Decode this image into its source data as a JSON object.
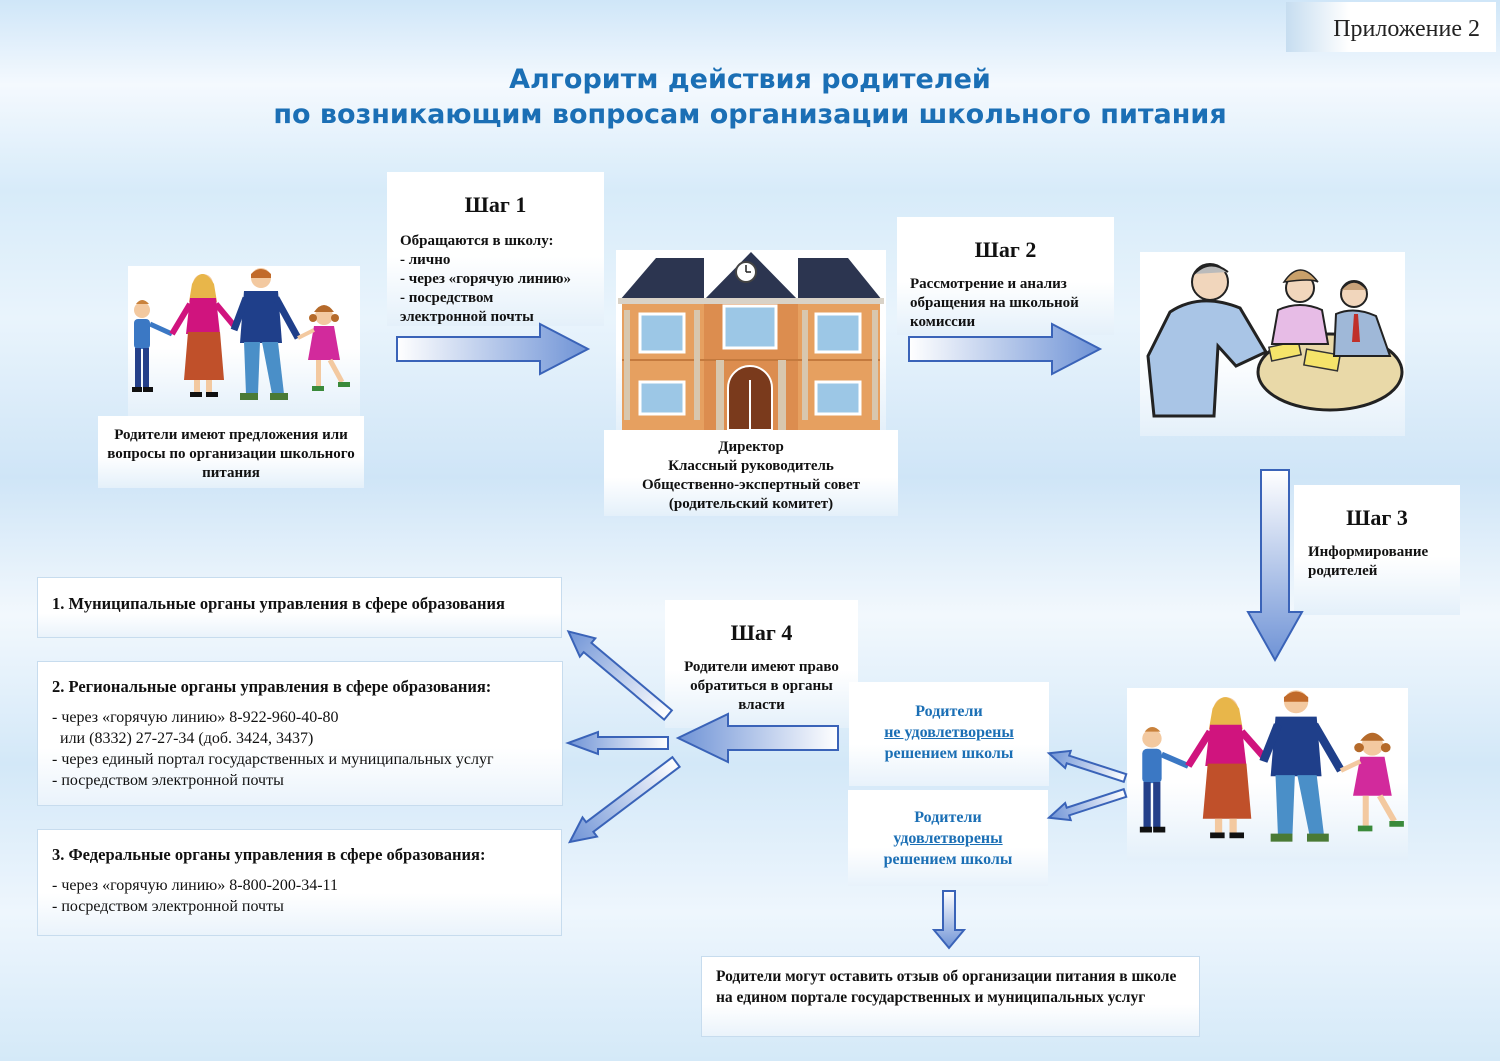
{
  "appendix": "Приложение 2",
  "title": {
    "line1": "Алгоритм действия родителей",
    "line2": "по возникающим вопросам организации школьного питания"
  },
  "parents_caption": "Родители имеют предложения или вопросы по организации школьного питания",
  "step1": {
    "title": "Шаг 1",
    "lines": [
      "Обращаются в школу:",
      "- лично",
      "- через «горячую линию»",
      "- посредством",
      "электронной почты"
    ]
  },
  "school_caption": [
    "Директор",
    "Классный руководитель",
    "Общественно-экспертный совет",
    "(родительский комитет)"
  ],
  "step2": {
    "title": "Шаг 2",
    "lines": [
      "Рассмотрение и анализ",
      "обращения на школьной",
      "комиссии"
    ]
  },
  "step3": {
    "title": "Шаг 3",
    "lines": [
      "Информирование",
      "родителей"
    ]
  },
  "step4": {
    "title": "Шаг 4",
    "lines": [
      "Родители имеют право",
      "обратиться в органы",
      "власти"
    ]
  },
  "authorities": [
    {
      "heading": "1. Муниципальные органы управления в сфере образования",
      "lines": []
    },
    {
      "heading": "2. Региональные органы управления в сфере образования:",
      "lines": [
        "- через «горячую линию» 8-922-960-40-80",
        "  или (8332) 27-27-34 (доб. 3424, 3437)",
        "- через единый портал государственных и муниципальных услуг",
        "- посредством электронной почты"
      ]
    },
    {
      "heading": "3. Федеральные органы управления в сфере образования:",
      "lines": [
        "- через «горячую линию» 8-800-200-34-11",
        "- посредством электронной почты"
      ]
    }
  ],
  "not_satisfied": {
    "line1": "Родители",
    "line2": "не удовлетворены",
    "line3": "решением школы"
  },
  "satisfied": {
    "line1": "Родители",
    "line2": "удовлетворены",
    "line3": "решением школы"
  },
  "feedback": "Родители могут оставить отзыв об организации питания в школе на едином портале государственных и муниципальных услуг",
  "colors": {
    "title": "#1b6fb5",
    "arrow_fill_light": "#eef4fb",
    "arrow_fill_dark": "#4f79c9",
    "arrow_stroke": "#3a63b8"
  },
  "icons": [
    "family-illustration",
    "school-building-illustration",
    "meeting-illustration",
    "family-illustration"
  ]
}
